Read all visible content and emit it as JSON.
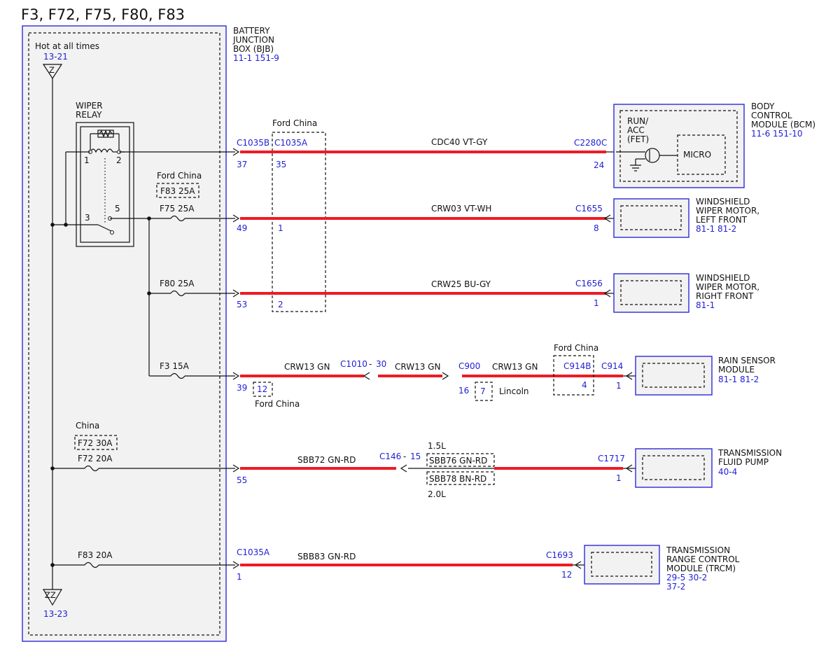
{
  "title": "F3, F72, F75, F80, F83",
  "bjb": {
    "name_line1": "BATTERY",
    "name_line2": "JUNCTION",
    "name_line3": "BOX (BJB)",
    "refs": "11-1   151-9",
    "hot_label": "Hot at all times",
    "hot_ref": "13-21",
    "ground_top": "Z",
    "ground_bottom": "ZZ",
    "ground_ref": "13-23"
  },
  "relay": {
    "name_line1": "WIPER",
    "name_line2": "RELAY",
    "pin1": "1",
    "pin2": "2",
    "pin3": "3",
    "pin5": "5"
  },
  "fuses": {
    "f83_china_label": "Ford China",
    "f83_china": "F83  25A",
    "f75": "F75  25A",
    "f80": "F80  25A",
    "f3": "F3    15A",
    "f72_china_label": "China",
    "f72_china": "F72  30A",
    "f72": "F72  20A",
    "f83": "F83  20A"
  },
  "connectors": {
    "ford_china_top": "Ford China",
    "c1035b": "C1035B",
    "c1035a_top": "C1035A",
    "c2280c": "C2280C",
    "c1655": "C1655",
    "c1656": "C1656",
    "c1010": "C1010",
    "c1010_pin": "30",
    "c900": "C900",
    "c914b_label": "Ford China",
    "c914b": "C914B",
    "c914": "C914",
    "c146": "C146",
    "c146_pin": "15",
    "c1717": "C1717",
    "c1035a_bottom": "C1035A",
    "c1693": "C1693"
  },
  "pins": {
    "p37": "37",
    "p35": "35",
    "p24": "24",
    "p49": "49",
    "p1a": "1",
    "p8": "8",
    "p53": "53",
    "p2": "2",
    "p1b": "1",
    "p39": "39",
    "p12box": "12",
    "p16": "16",
    "p7box": "7",
    "p4": "4",
    "p1c": "1",
    "p55": "55",
    "p1d": "1",
    "p1e": "1",
    "p12": "12"
  },
  "notes": {
    "ford_china_under_12": "Ford China",
    "lincoln": "Lincoln",
    "engine_15": "1.5L",
    "engine_20": "2.0L"
  },
  "wires": {
    "cdc40": "CDC40  VT-GY",
    "crw03": "CRW03  VT-WH",
    "crw25": "CRW25  BU-GY",
    "crw13_a": "CRW13  GN",
    "crw13_b": "CRW13  GN",
    "crw13_c": "CRW13  GN",
    "sbb72": "SBB72  GN-RD",
    "sbb76": "SBB76  GN-RD",
    "sbb78": "SBB78  BN-RD",
    "sbb83": "SBB83  GN-RD"
  },
  "components": {
    "bcm_l1": "BODY",
    "bcm_l2": "CONTROL",
    "bcm_l3": "MODULE (BCM)",
    "bcm_refs": "11-6   151-10",
    "bcm_run_l1": "RUN/",
    "bcm_run_l2": "ACC",
    "bcm_run_l3": "(FET)",
    "bcm_micro": "MICRO",
    "wml_l1": "WINDSHIELD",
    "wml_l2": "WIPER MOTOR,",
    "wml_l3": "LEFT FRONT",
    "wml_refs": "81-1   81-2",
    "wmr_l1": "WINDSHIELD",
    "wmr_l2": "WIPER MOTOR,",
    "wmr_l3": "RIGHT FRONT",
    "wmr_refs": "81-1",
    "rain_l1": "RAIN SENSOR",
    "rain_l2": "MODULE",
    "rain_refs": "81-1   81-2",
    "tfp_l1": "TRANSMISSION",
    "tfp_l2": "FLUID PUMP",
    "tfp_refs": "40-4",
    "trcm_l1": "TRANSMISSION",
    "trcm_l2": "RANGE CONTROL",
    "trcm_l3": "MODULE (TRCM)",
    "trcm_refs_1": "29-5   30-2",
    "trcm_refs_2": "37-2"
  },
  "colors": {
    "wire": "#ee1b24",
    "reference_text": "#1f1fd6",
    "module_border": "#2b2bd8",
    "box_fill": "#f2f2f2"
  }
}
